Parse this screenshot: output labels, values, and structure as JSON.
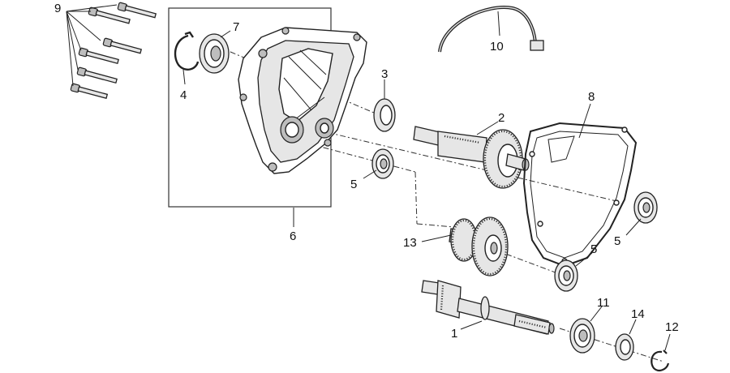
{
  "callouts": {
    "c1": "1",
    "c2": "2",
    "c3": "3",
    "c4": "4",
    "c5a": "5",
    "c5b": "5",
    "c5c": "5",
    "c6": "6",
    "c7": "7",
    "c8": "8",
    "c9": "9",
    "c10": "10",
    "c11": "11",
    "c12": "12",
    "c13": "13",
    "c14": "14"
  }
}
